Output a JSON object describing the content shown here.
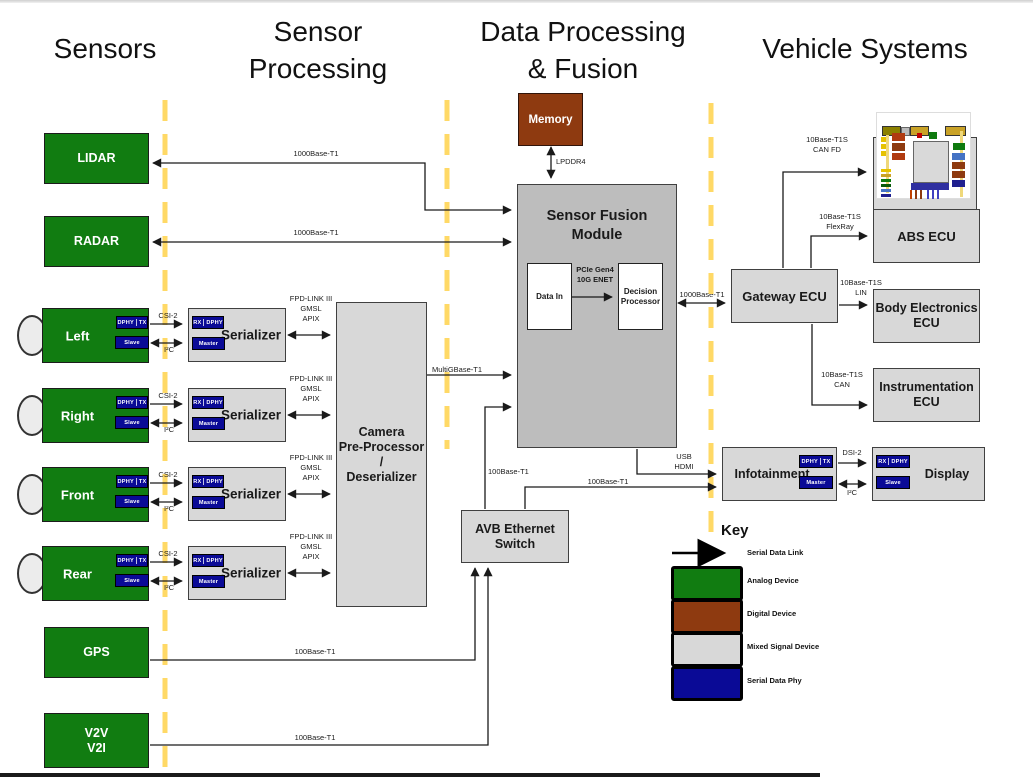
{
  "headers": {
    "sensors": "Sensors",
    "sensor_processing_line1": "Sensor",
    "sensor_processing_line2": "Processing",
    "data_processing_line1": "Data Processing",
    "data_processing_line2": "& Fusion",
    "vehicle_systems": "Vehicle Systems"
  },
  "sensors": {
    "lidar": "LIDAR",
    "radar": "RADAR",
    "gps": "GPS",
    "v2v_line1": "V2V",
    "v2v_line2": "V2I",
    "cameras": [
      {
        "label": "Left"
      },
      {
        "label": "Right"
      },
      {
        "label": "Front"
      },
      {
        "label": "Rear"
      }
    ]
  },
  "badges": {
    "dphy": "DPHY",
    "tx": "TX",
    "rx": "RX",
    "master": "Master",
    "slave": "Slave"
  },
  "processing": {
    "serializer": "Serializer",
    "preprocessor_line1": "Camera",
    "preprocessor_line2": "Pre-Processor /",
    "preprocessor_line3": "Deserializer"
  },
  "fusion": {
    "memory": "Memory",
    "lpddr4": "LPDDR4",
    "title_line1": "Sensor Fusion",
    "title_line2": "Module",
    "data_in": "Data In",
    "pcie_line1": "PCIe Gen4",
    "pcie_line2": "10G ENET",
    "decision_line1": "Decision",
    "decision_line2": "Processor"
  },
  "switch": {
    "line1": "AVB Ethernet",
    "line2": "Switch"
  },
  "vehicle": {
    "gateway": "Gateway ECU",
    "abs": "ABS ECU",
    "body_line1": "Body Electronics",
    "body_line2": "ECU",
    "instr_line1": "Instrumentation",
    "instr_line2": "ECU",
    "infotainment": "Infotainment",
    "display": "Display"
  },
  "links": {
    "lidar": "1000Base-T1",
    "radar": "1000Base-T1",
    "csi2": "CSI-2",
    "i2c": "I²C",
    "fpd_line1": "FPD-LINK III",
    "fpd_line2": "GMSL",
    "fpd_line3": "APIX",
    "multigbase": "MultiGBase-T1",
    "fusion_switch": "100Base-T1",
    "switch_info": "100Base-T1",
    "usb_line1": "USB",
    "usb_line2": "HDMI",
    "fusion_gateway": "1000Base-T1",
    "canfd_line1": "10Base-T1S",
    "canfd_line2": "CAN FD",
    "flexray_line1": "10Base-T1S",
    "flexray_line2": "FlexRay",
    "lin_line1": "10Base-T1S",
    "lin_line2": "LIN",
    "can_line1": "10Base-T1S",
    "can_line2": "CAN",
    "dsi2": "DSI-2",
    "i2c_display": "I²C",
    "gps": "100Base-T1",
    "v2v": "100Base-T1"
  },
  "key": {
    "title": "Key",
    "serial_link": "Serial Data Link",
    "analog": "Analog Device",
    "digital": "Digital Device",
    "mixed": "Mixed Signal Device",
    "phy": "Serial Data Phy"
  },
  "colors": {
    "analog_green": "#117C11",
    "digital_brown": "#8E3A10",
    "mixed_gray": "#D8D8D8",
    "phy_blue": "#0A0A96",
    "lane_dash_yellow": "#FFD966"
  }
}
